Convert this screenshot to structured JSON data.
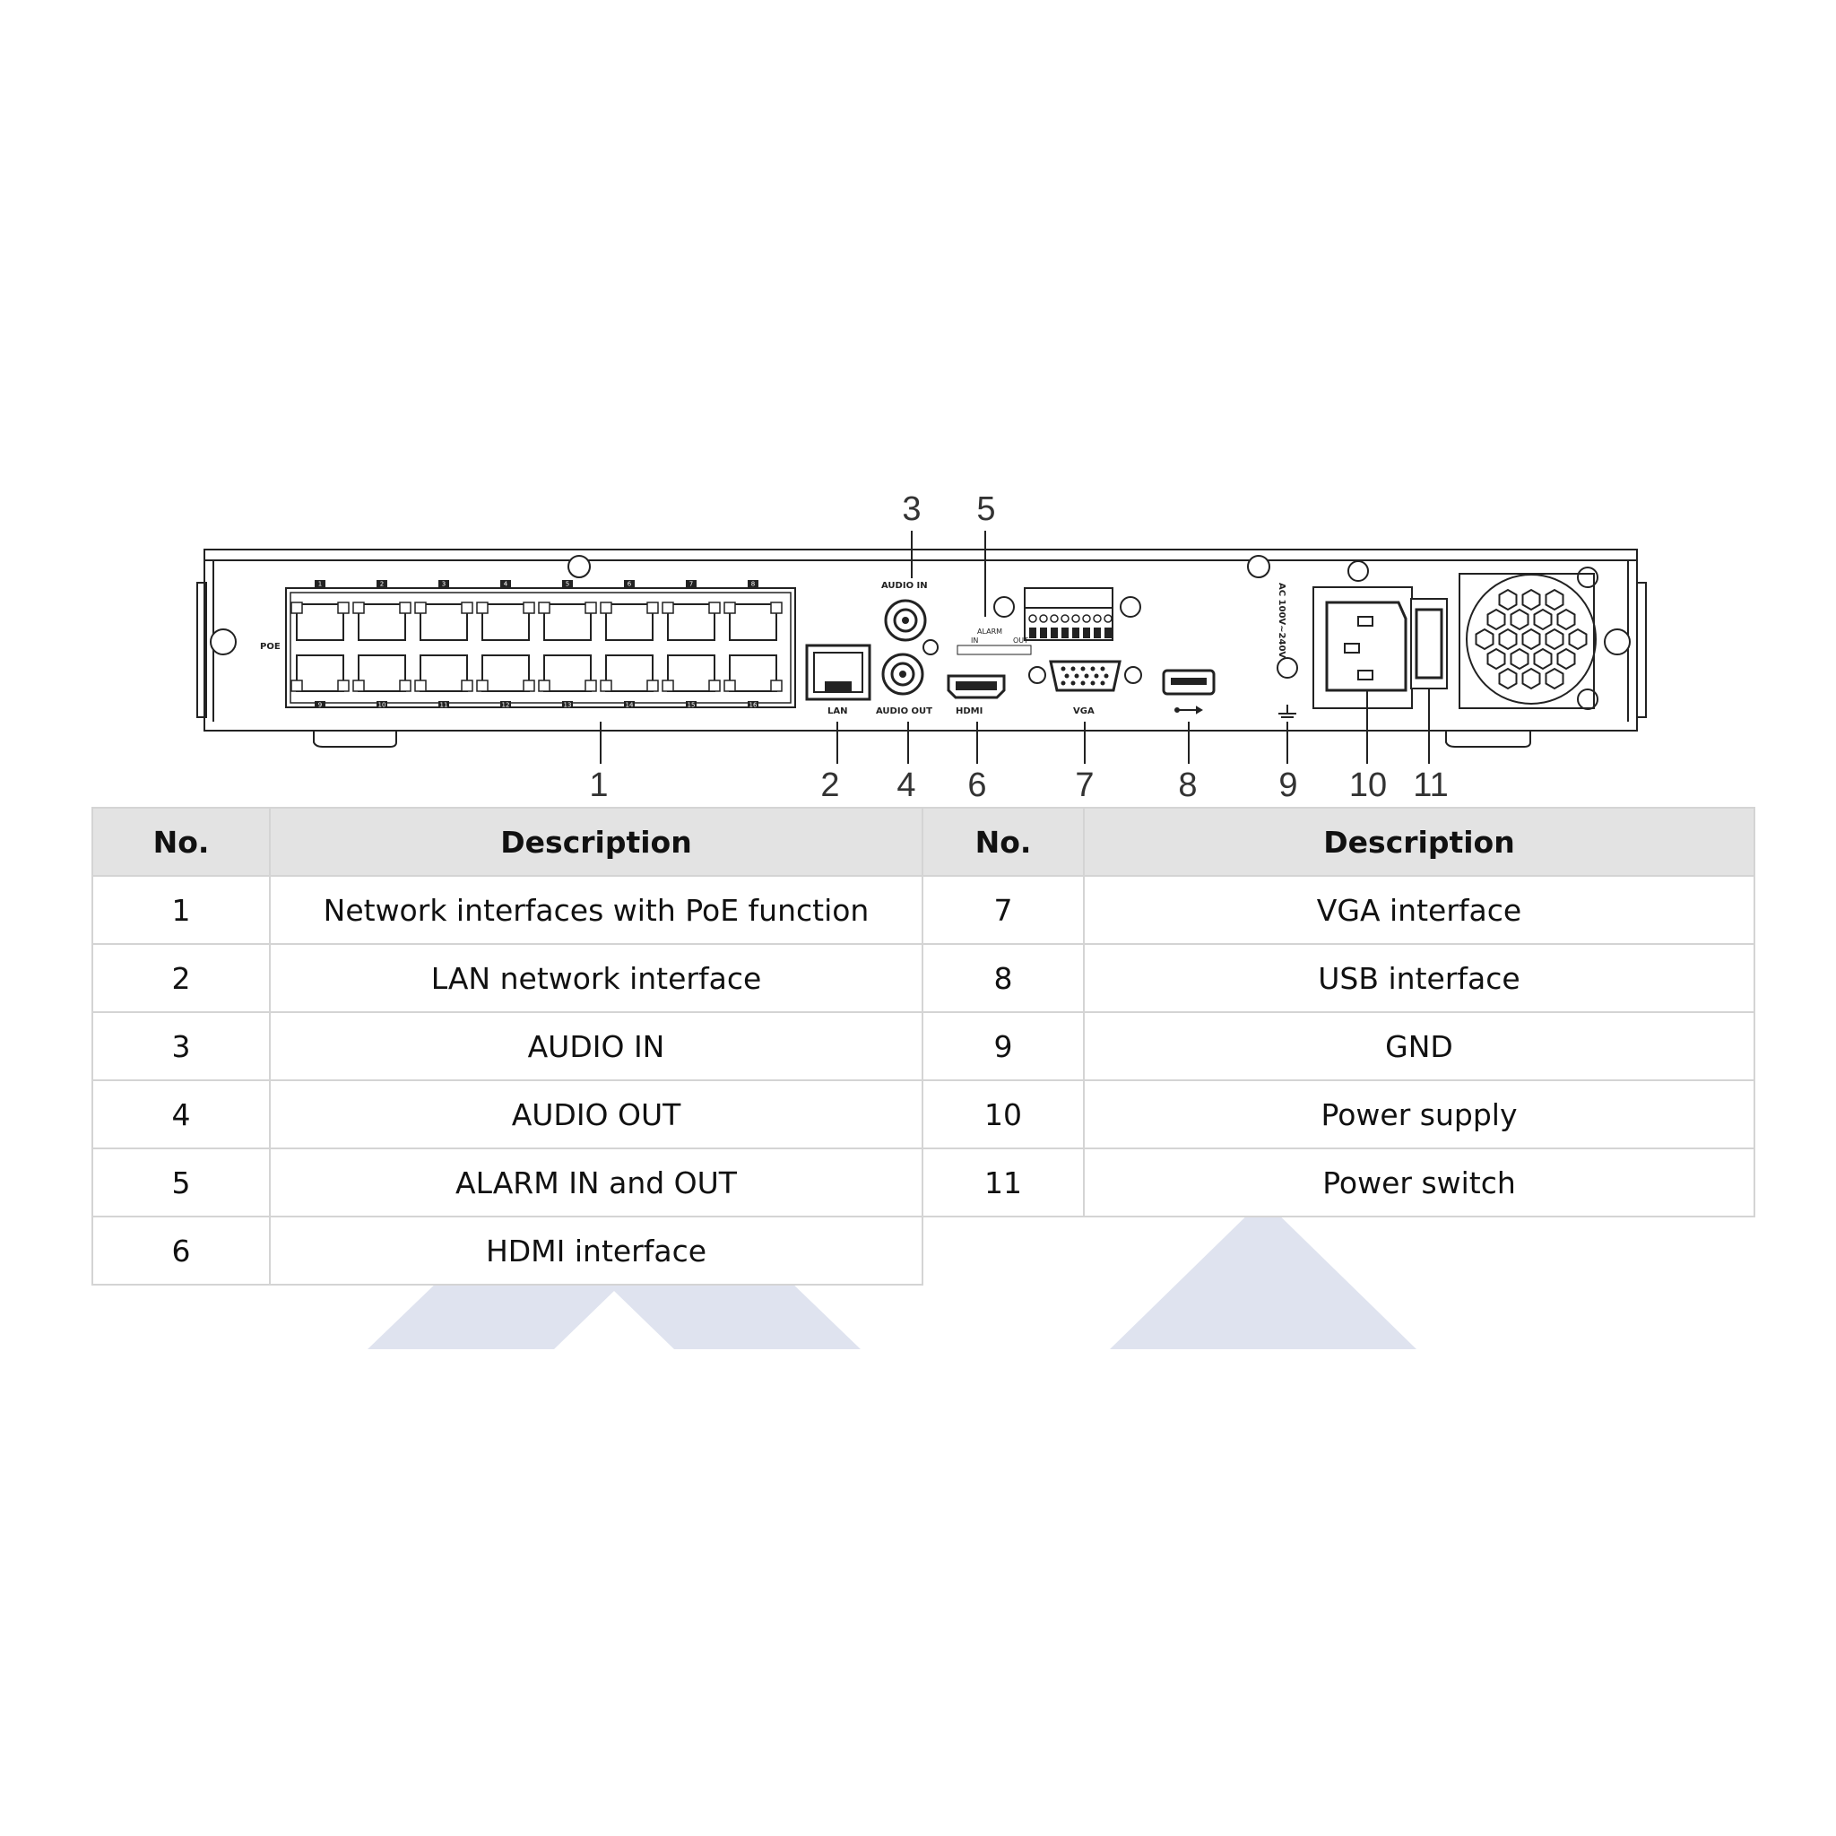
{
  "device": {
    "poe_label": "POE",
    "lan_label": "LAN",
    "audio_in_label": "AUDIO IN",
    "audio_out_label": "AUDIO OUT",
    "alarm_label": "ALARM",
    "alarm_in_label": "IN",
    "alarm_out_label": "OUT",
    "hdmi_label": "HDMI",
    "vga_label": "VGA",
    "ac_label": "AC 100V~240V",
    "port_numbers_top": [
      "1",
      "2",
      "3",
      "4",
      "5",
      "6",
      "7",
      "8"
    ],
    "port_numbers_bottom": [
      "9",
      "10",
      "11",
      "12",
      "13",
      "14",
      "15",
      "16"
    ]
  },
  "callouts": {
    "c1": "1",
    "c2": "2",
    "c3": "3",
    "c4": "4",
    "c5": "5",
    "c6": "6",
    "c7": "7",
    "c8": "8",
    "c9": "9",
    "c10": "10",
    "c11": "11"
  },
  "table": {
    "headers": [
      "No.",
      "Description",
      "No.",
      "Description"
    ],
    "rows": [
      {
        "no_left": "1",
        "desc_left": "Network interfaces with PoE function",
        "no_right": "7",
        "desc_right": "VGA interface"
      },
      {
        "no_left": "2",
        "desc_left": "LAN network interface",
        "no_right": "8",
        "desc_right": "USB interface"
      },
      {
        "no_left": "3",
        "desc_left": "AUDIO IN",
        "no_right": "9",
        "desc_right": "GND"
      },
      {
        "no_left": "4",
        "desc_left": "AUDIO OUT",
        "no_right": "10",
        "desc_right": "Power supply"
      },
      {
        "no_left": "5",
        "desc_left": "ALARM IN and OUT",
        "no_right": "11",
        "desc_right": "Power switch"
      },
      {
        "no_left": "6",
        "desc_left": "HDMI interface",
        "no_right": "",
        "desc_right": ""
      }
    ]
  },
  "colors": {
    "watermark": "#dfe3ef",
    "table_header_bg": "#e3e3e3",
    "table_border": "#d4d4d4"
  }
}
